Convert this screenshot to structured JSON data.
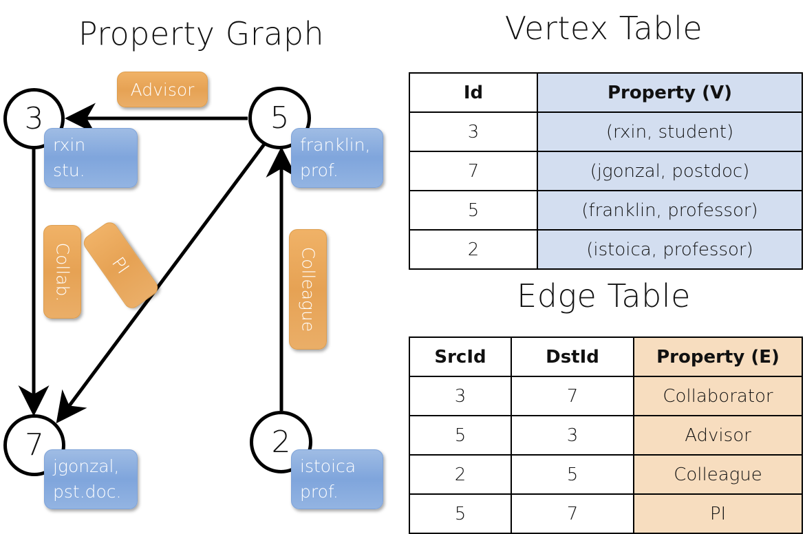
{
  "titles": {
    "property_graph": "Property Graph",
    "vertex_table": "Vertex Table",
    "edge_table": "Edge Table"
  },
  "graph": {
    "nodes": [
      {
        "id": "3",
        "property_label": [
          "rxin",
          "stu."
        ]
      },
      {
        "id": "5",
        "property_label": [
          "franklin,",
          "prof."
        ]
      },
      {
        "id": "7",
        "property_label": [
          "jgonzal,",
          "pst.doc."
        ]
      },
      {
        "id": "2",
        "property_label": [
          "istoica",
          "prof."
        ]
      }
    ],
    "edge_labels": [
      {
        "name": "advisor-label",
        "text": "Advisor"
      },
      {
        "name": "collab-label",
        "text": "Collab."
      },
      {
        "name": "pi-label",
        "text": "PI"
      },
      {
        "name": "colleague-label",
        "text": "Colleague"
      }
    ],
    "edges": [
      {
        "from": "5",
        "to": "3",
        "label": "Advisor"
      },
      {
        "from": "3",
        "to": "7",
        "label": "Collab."
      },
      {
        "from": "5",
        "to": "7",
        "label": "PI"
      },
      {
        "from": "2",
        "to": "5",
        "label": "Colleague"
      }
    ]
  },
  "vertex_table": {
    "columns": [
      "Id",
      "Property (V)"
    ],
    "rows": [
      {
        "id": "3",
        "property": "(rxin, student)"
      },
      {
        "id": "7",
        "property": "(jgonzal, postdoc)"
      },
      {
        "id": "5",
        "property": "(franklin, professor)"
      },
      {
        "id": "2",
        "property": "(istoica, professor)"
      }
    ]
  },
  "edge_table": {
    "columns": [
      "SrcId",
      "DstId",
      "Property (E)"
    ],
    "rows": [
      {
        "src": "3",
        "dst": "7",
        "property": "Collaborator"
      },
      {
        "src": "5",
        "dst": "3",
        "property": "Advisor"
      },
      {
        "src": "2",
        "dst": "5",
        "property": "Colleague"
      },
      {
        "src": "5",
        "dst": "7",
        "property": "PI"
      }
    ]
  },
  "colors": {
    "vertex_fill": "#d3def0",
    "edge_fill": "#f7ddbf",
    "node_box_blue": "#8fb0e0",
    "edge_label_orange": "#eaa655",
    "stroke": "#000000"
  }
}
